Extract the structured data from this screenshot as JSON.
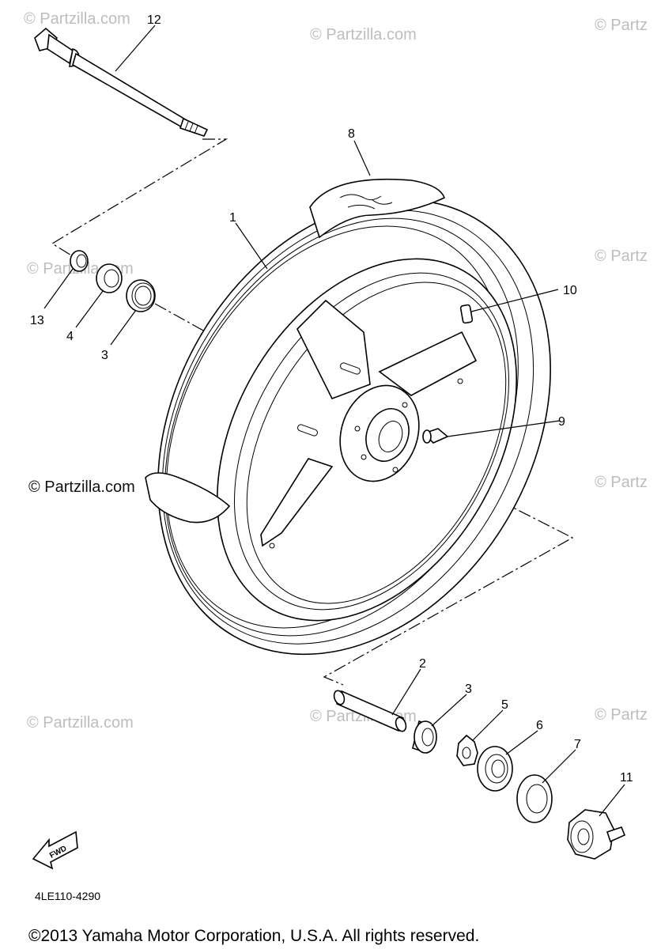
{
  "diagram": {
    "callouts": [
      {
        "id": "c1",
        "label": "1"
      },
      {
        "id": "c2",
        "label": "2"
      },
      {
        "id": "c3a",
        "label": "3"
      },
      {
        "id": "c3b",
        "label": "3"
      },
      {
        "id": "c4",
        "label": "4"
      },
      {
        "id": "c5",
        "label": "5"
      },
      {
        "id": "c6",
        "label": "6"
      },
      {
        "id": "c7",
        "label": "7"
      },
      {
        "id": "c8",
        "label": "8"
      },
      {
        "id": "c9",
        "label": "9"
      },
      {
        "id": "c10",
        "label": "10"
      },
      {
        "id": "c11",
        "label": "11"
      },
      {
        "id": "c12",
        "label": "12"
      },
      {
        "id": "c13",
        "label": "13"
      }
    ],
    "watermark_text": "© Partzilla.com",
    "watermark_partial": "© Partz",
    "fwd_label": "FWD",
    "drawing_code": "4LE110-4290",
    "copyright": "©2013 Yamaha Motor Corporation, U.S.A. All rights reserved."
  }
}
